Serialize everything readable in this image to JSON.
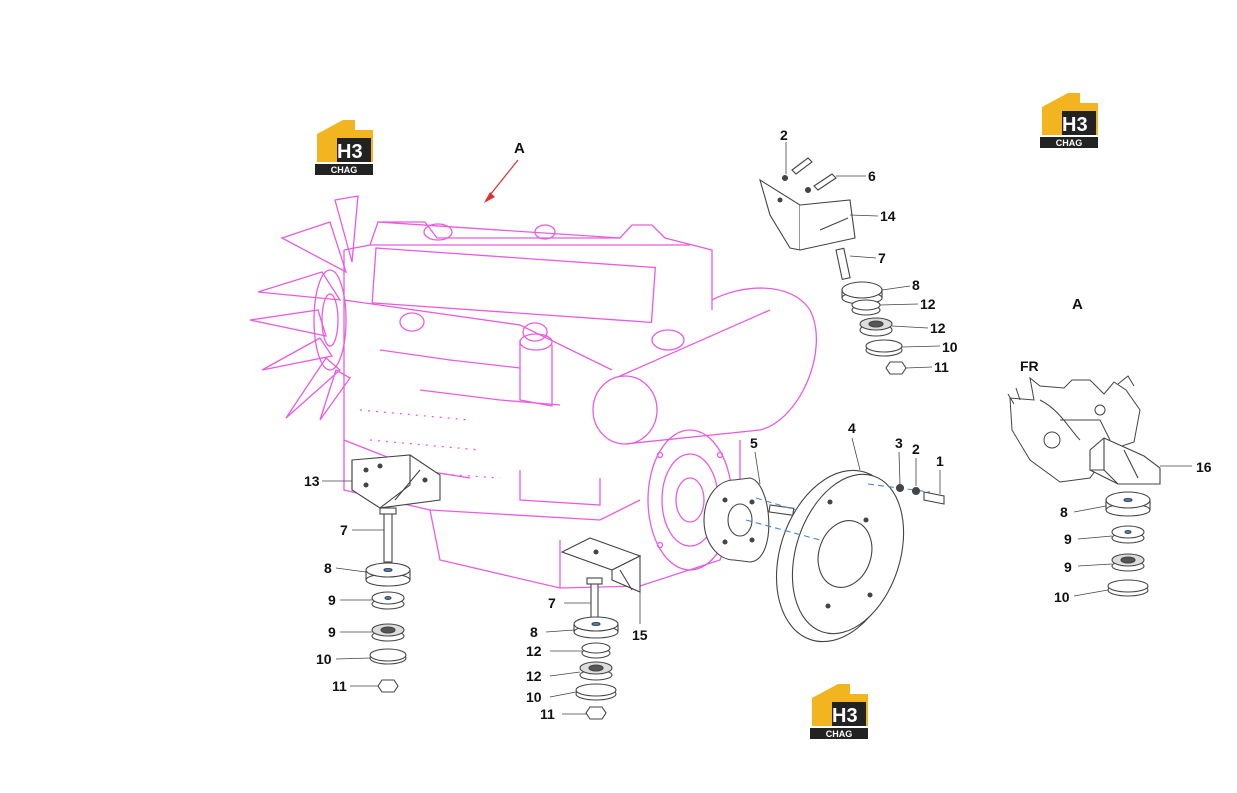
{
  "diagram": {
    "view_marker": "A",
    "detail_title": "A",
    "direction_label": "FR",
    "callouts": {
      "front_bracket": "13",
      "front_bolt": "7",
      "front_cushion_upper": "8",
      "front_cushion_a": "9",
      "front_cushion_b": "9",
      "front_washer": "10",
      "front_nut": "11",
      "rear_bolt": "7",
      "rear_cushion_upper": "8",
      "rear_cushion_a": "12",
      "rear_cushion_b": "12",
      "rear_washer": "10",
      "rear_nut": "11",
      "rear_bracket": "15",
      "pulley": "5",
      "flywheel": "4",
      "fw_washer": "3",
      "fw_spring": "2",
      "fw_bolt": "1",
      "top_bolt_a": "2",
      "top_bolt_b": "6",
      "top_bracket": "14",
      "top_bolt": "7",
      "top_cushion_upper": "8",
      "top_cushion_a": "12",
      "top_cushion_b": "12",
      "top_washer": "10",
      "top_nut": "11",
      "detail_bracket": "16",
      "detail_cushion_upper": "8",
      "detail_cushion_a": "9",
      "detail_cushion_b": "9",
      "detail_washer": "10"
    }
  },
  "watermarks": [
    {
      "top": "H3",
      "bottom": "CHAG"
    },
    {
      "top": "H3",
      "bottom": "CHAG"
    },
    {
      "top": "H3",
      "bottom": "CHAG"
    }
  ],
  "colors": {
    "engine": "#e85de0",
    "parts": "#444444",
    "logo_yellow": "#f2b51f",
    "logo_dark": "#222222"
  }
}
